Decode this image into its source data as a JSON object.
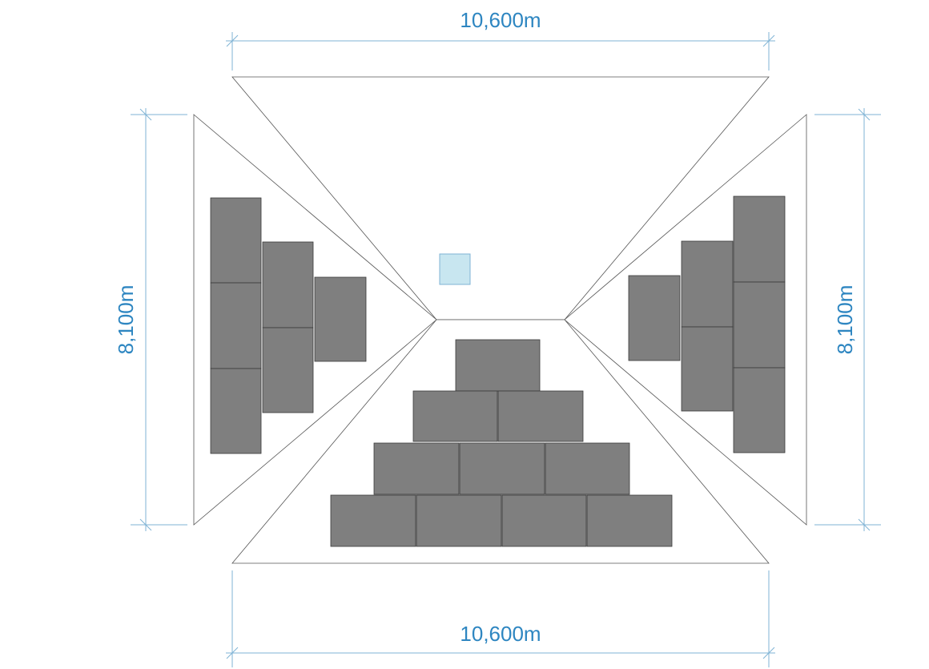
{
  "dimensions": {
    "top": "10,600m",
    "bottom": "10,600m",
    "left": "8,100m",
    "right": "8,100m"
  },
  "colors": {
    "dimension": "#2e86c1",
    "dimension_line": "#7fb3d5",
    "block": "#7f7f7f",
    "marker_fill": "#c8e6f0",
    "marker_stroke": "#7fb3d5"
  }
}
